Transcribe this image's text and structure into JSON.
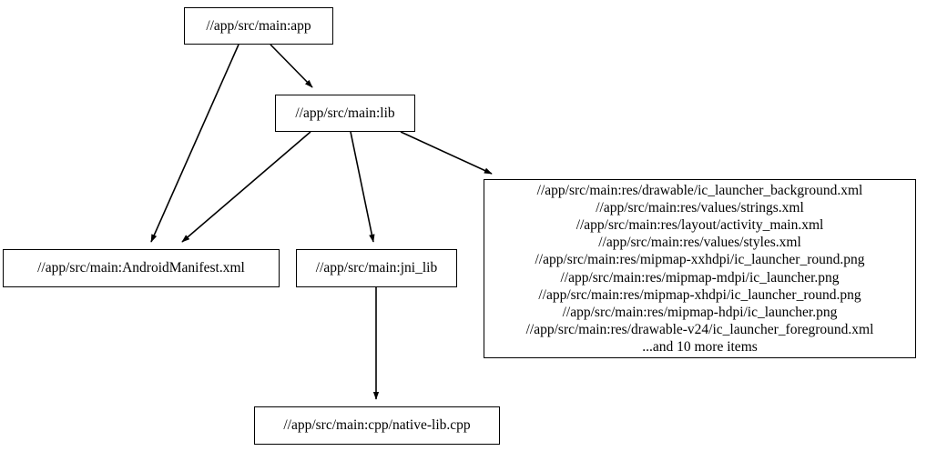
{
  "graph": {
    "title": "dependency-graph",
    "direction": "top-to-bottom",
    "background_color": "#ffffff",
    "node_border_color": "#000000",
    "node_fill_color": "#ffffff",
    "edge_color": "#000000",
    "text_color": "#000000",
    "nodes": {
      "app": {
        "label": "//app/src/main:app"
      },
      "lib": {
        "label": "//app/src/main:lib"
      },
      "manifest": {
        "label": "//app/src/main:AndroidManifest.xml"
      },
      "jni_lib": {
        "label": "//app/src/main:jni_lib"
      },
      "native_lib_cpp": {
        "label": "//app/src/main:cpp/native-lib.cpp"
      },
      "resources": {
        "lines": [
          "//app/src/main:res/drawable/ic_launcher_background.xml",
          "//app/src/main:res/values/strings.xml",
          "//app/src/main:res/layout/activity_main.xml",
          "//app/src/main:res/values/styles.xml",
          "//app/src/main:res/mipmap-xxhdpi/ic_launcher_round.png",
          "//app/src/main:res/mipmap-mdpi/ic_launcher.png",
          "//app/src/main:res/mipmap-xhdpi/ic_launcher_round.png",
          "//app/src/main:res/mipmap-hdpi/ic_launcher.png",
          "//app/src/main:res/drawable-v24/ic_launcher_foreground.xml",
          "...and 10 more items"
        ],
        "overflow_count": 10
      }
    },
    "edges": [
      {
        "from": "app",
        "to": "lib"
      },
      {
        "from": "app",
        "to": "manifest"
      },
      {
        "from": "lib",
        "to": "manifest"
      },
      {
        "from": "lib",
        "to": "jni_lib"
      },
      {
        "from": "lib",
        "to": "resources"
      },
      {
        "from": "jni_lib",
        "to": "native_lib_cpp"
      }
    ]
  }
}
